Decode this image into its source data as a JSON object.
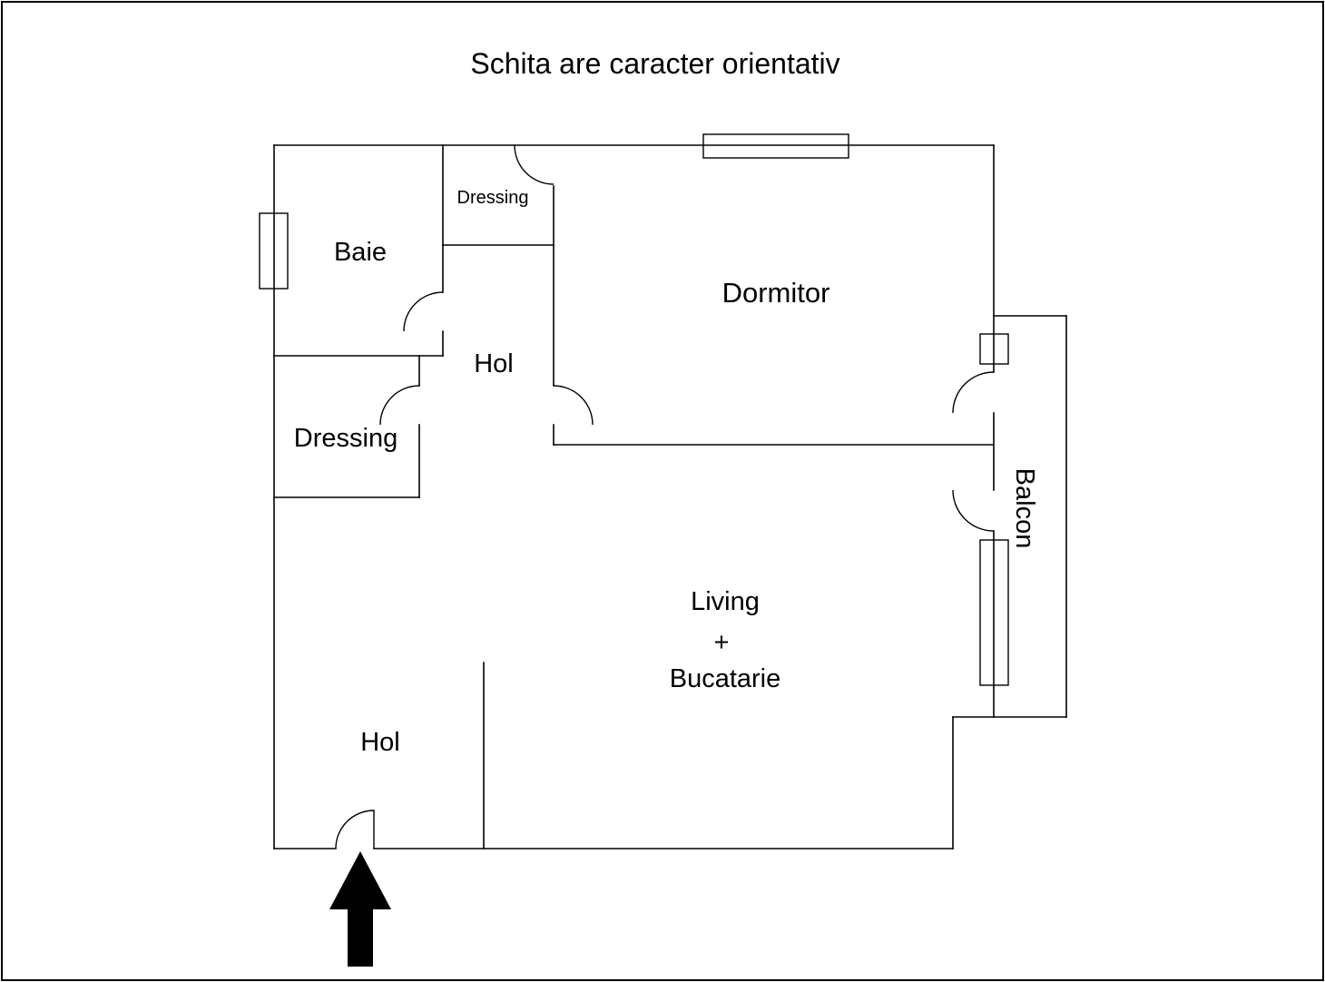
{
  "page": {
    "title": "Schita are caracter orientativ"
  },
  "floor_plan": {
    "rooms": {
      "baie": {
        "label": "Baie"
      },
      "dressing_top": {
        "label": "Dressing"
      },
      "dormitor": {
        "label": "Dormitor"
      },
      "hol_upper": {
        "label": "Hol"
      },
      "dressing_left": {
        "label": "Dressing"
      },
      "living_bucatarie": {
        "line1": "Living",
        "line2": "+",
        "line3": "Bucatarie"
      },
      "hol_lower": {
        "label": "Hol"
      },
      "balcon": {
        "label": "Balcon"
      }
    },
    "features": {
      "entrance_arrow": "entrance-arrow",
      "wall_color": "#000000",
      "background_color": "#ffffff"
    }
  }
}
